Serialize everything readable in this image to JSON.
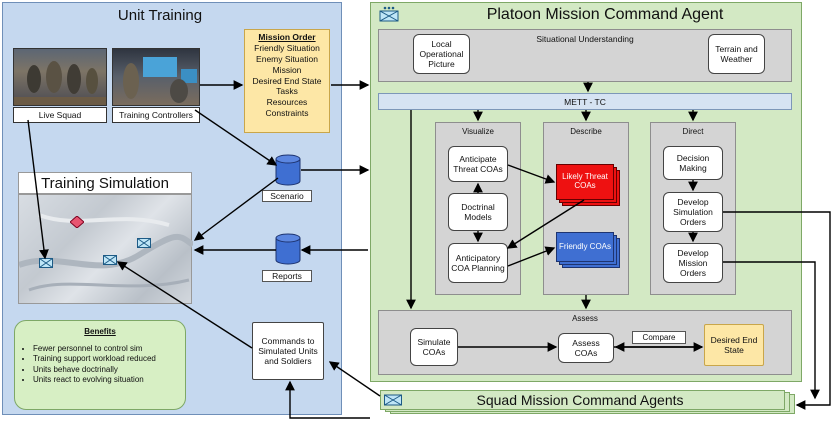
{
  "unit_training": {
    "title": "Unit Training",
    "live_squad": "Live Squad",
    "training_controllers": "Training Controllers",
    "training_simulation": "Training Simulation",
    "scenario": "Scenario",
    "reports": "Reports",
    "commands": "Commands to Simulated Units and Soldiers"
  },
  "mission_order": {
    "header": "Mission Order",
    "items": [
      "Friendly Situation",
      "Enemy Situation",
      "Mission",
      "Desired End State",
      "Tasks",
      "Resources",
      "Constraints"
    ]
  },
  "benefits": {
    "header": "Benefits",
    "items": [
      "Fewer personnel to control sim",
      "Training support workload reduced",
      "Units behave doctrinally",
      "Units react to evolving situation"
    ]
  },
  "platoon": {
    "title": "Platoon Mission Command Agent",
    "situational_understanding": "Situational Understanding",
    "local_op_picture": "Local Operational Picture",
    "terrain_weather": "Terrain and Weather",
    "mett_tc": "METT - TC",
    "visualize": "Visualize",
    "describe": "Describe",
    "direct": "Direct",
    "anticipate_threat": "Anticipate Threat COAs",
    "doctrinal_models": "Doctrinal Models",
    "anticipatory_coa": "Anticipatory COA Planning",
    "likely_threat": "Likely Threat COAs",
    "friendly_coas": "Friendly COAs",
    "decision_making": "Decision Making",
    "develop_sim_orders": "Develop Simulation Orders",
    "develop_mission_orders": "Develop Mission Orders",
    "assess": "Assess",
    "simulate_coas": "Simulate COAs",
    "assess_coas": "Assess COAs",
    "compare": "Compare",
    "desired_end_state": "Desired End State"
  },
  "squad": {
    "title": "Squad Mission Command Agents"
  },
  "colors": {
    "unit_panel": "#c5d8ef",
    "platoon_panel": "#d3e9c4",
    "mission_order": "#fde7a6",
    "threat": "#ee1111",
    "friendly": "#3f6fd2",
    "database": "#3f6fd2"
  },
  "icons": [
    "unit-symbol-icon",
    "database-icon",
    "photo-live-squad",
    "photo-training-controllers",
    "map-marker-icon"
  ]
}
